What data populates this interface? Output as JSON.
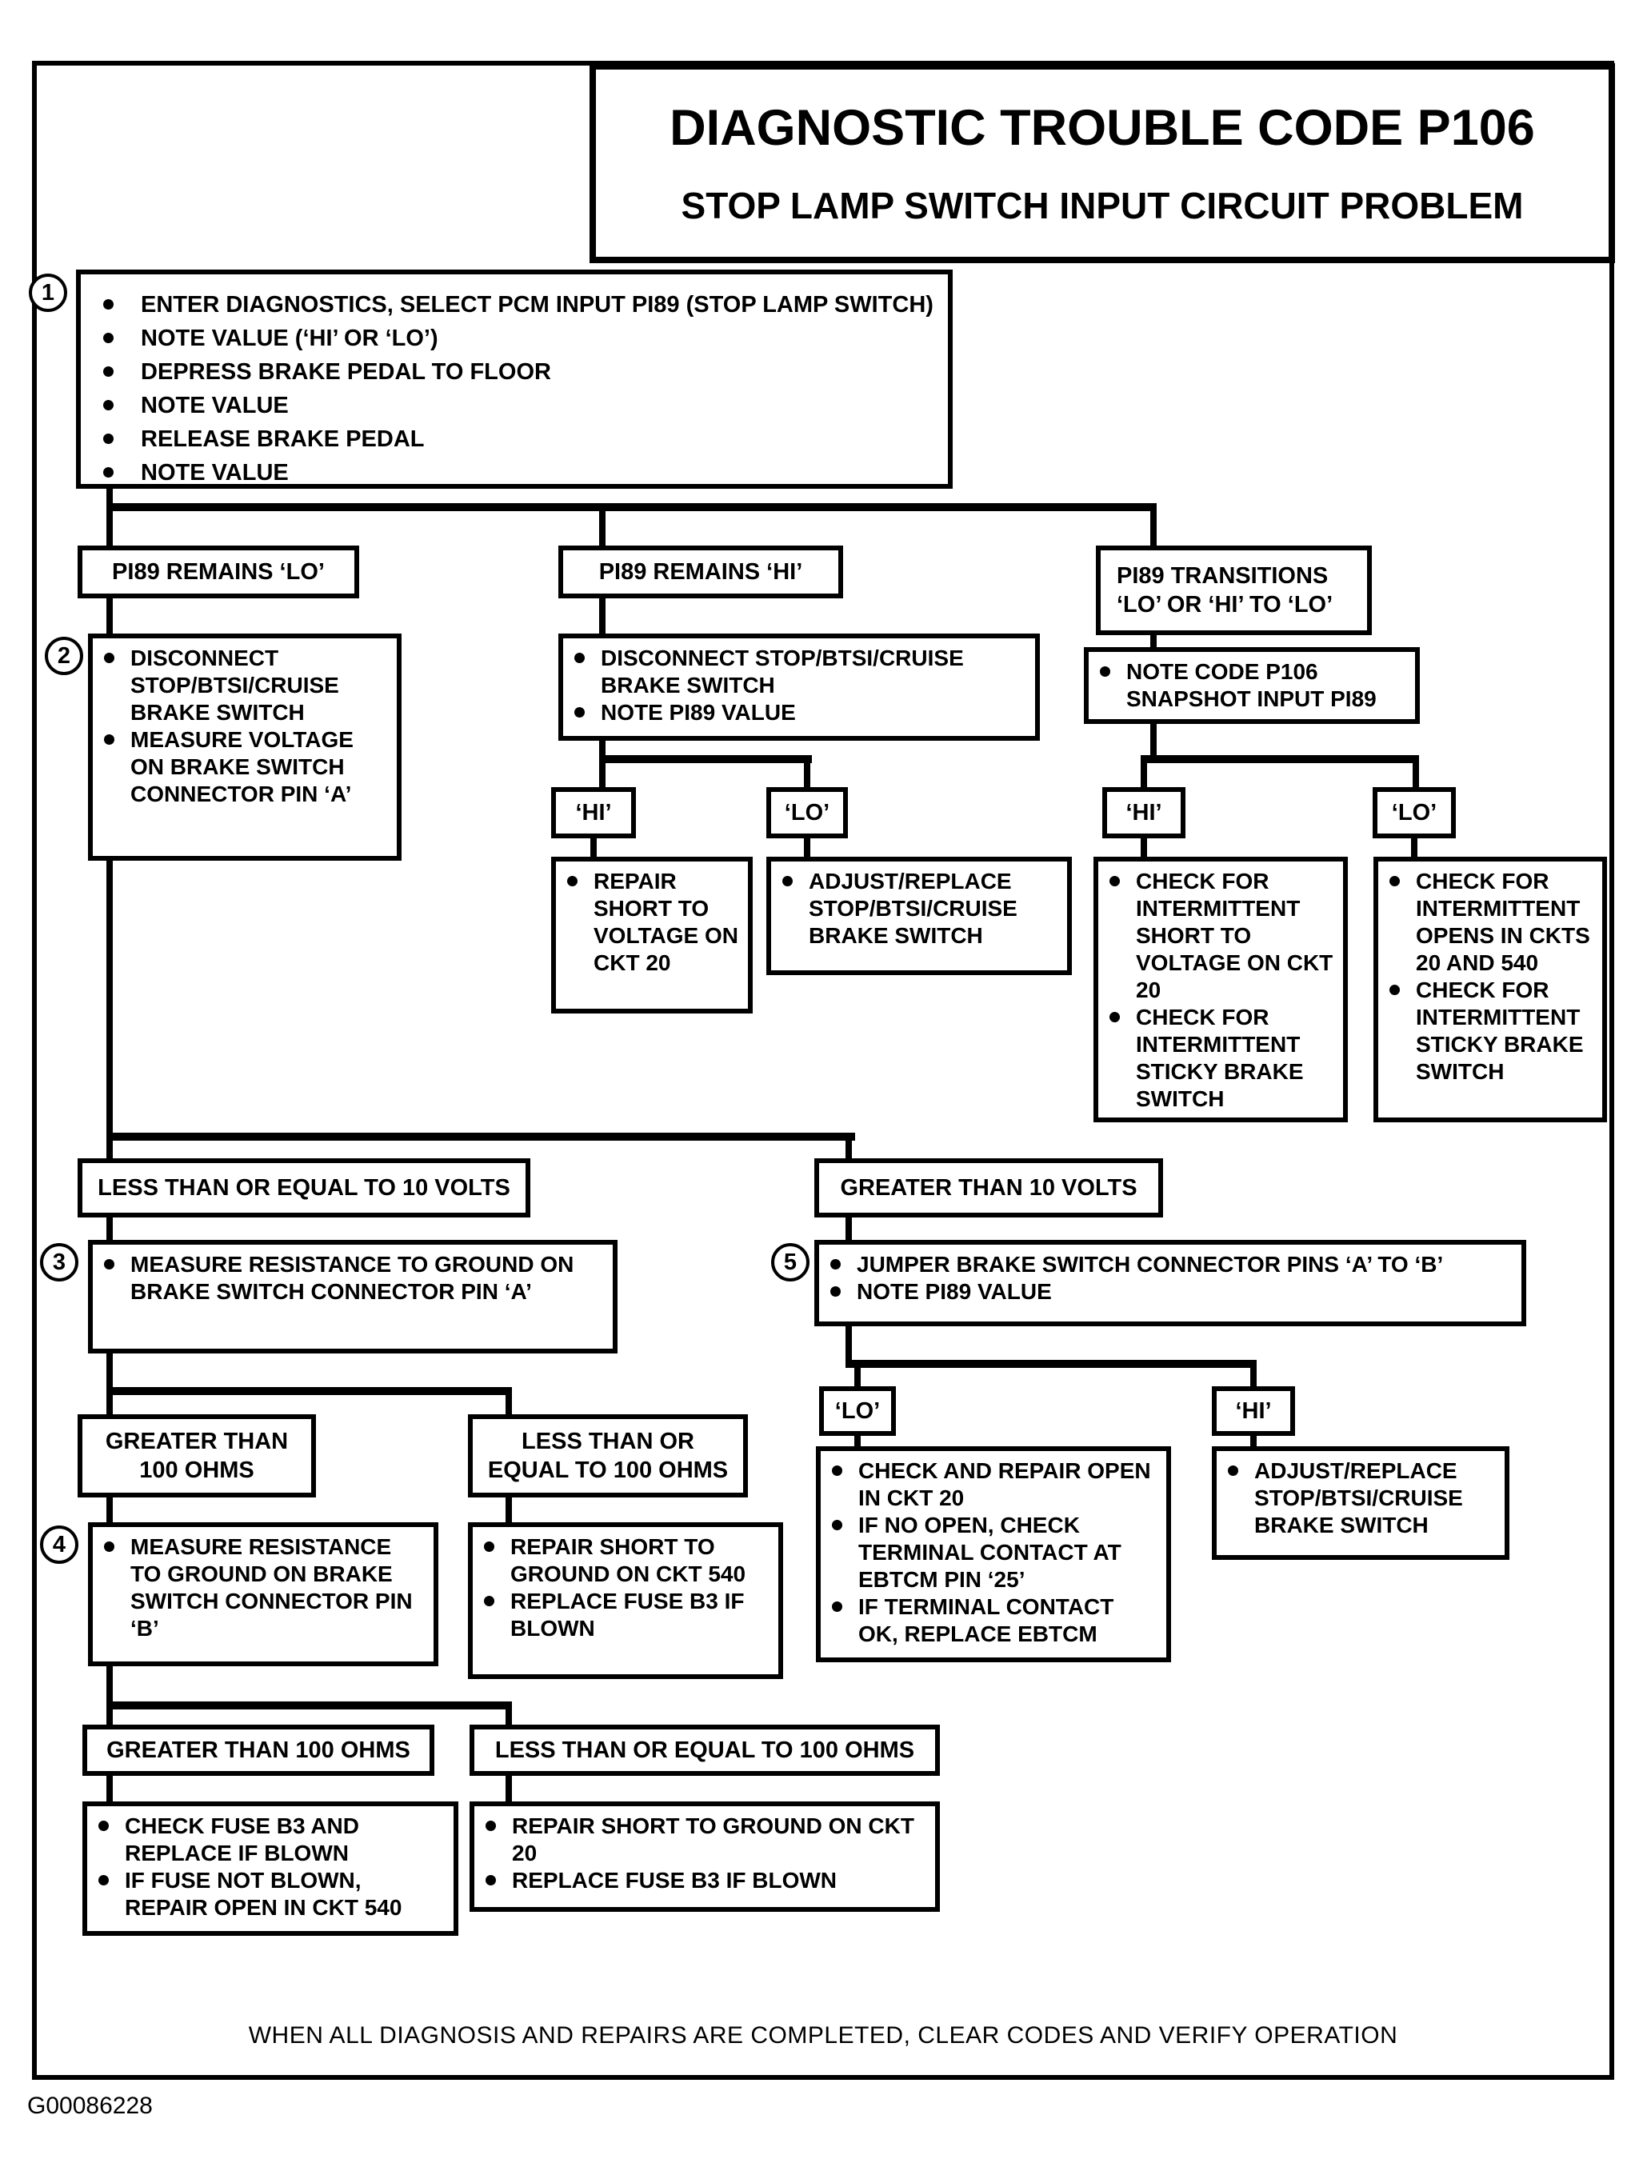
{
  "colors": {
    "ink": "#000000",
    "paper": "#ffffff"
  },
  "title": {
    "line1": "DIAGNOSTIC TROUBLE CODE P106",
    "line2": "STOP LAMP SWITCH INPUT CIRCUIT PROBLEM"
  },
  "footer": "WHEN ALL DIAGNOSIS AND REPAIRS ARE COMPLETED, CLEAR CODES AND VERIFY OPERATION",
  "figure_id": "G00086228",
  "steps": {
    "s1": {
      "num": "1",
      "bullets": [
        "ENTER DIAGNOSTICS, SELECT PCM INPUT PI89 (STOP LAMP SWITCH)",
        "NOTE VALUE (‘HI’ OR ‘LO’)",
        "DEPRESS BRAKE PEDAL TO FLOOR",
        "NOTE VALUE",
        "RELEASE BRAKE PEDAL",
        "NOTE VALUE"
      ]
    },
    "s2": {
      "num": "2",
      "bullets": [
        "DISCONNECT STOP/BTSI/CRUISE BRAKE SWITCH",
        "MEASURE VOLTAGE ON BRAKE SWITCH CONNECTOR PIN ‘A’"
      ]
    },
    "s3": {
      "num": "3",
      "bullets": [
        "MEASURE RESISTANCE TO GROUND ON BRAKE SWITCH CONNECTOR PIN ‘A’"
      ]
    },
    "s4": {
      "num": "4",
      "bullets": [
        "MEASURE RESISTANCE TO GROUND ON BRAKE SWITCH CONNECTOR PIN ‘B’"
      ]
    },
    "s5": {
      "num": "5",
      "bullets": [
        "JUMPER BRAKE SWITCH CONNECTOR PINS ‘A’ TO ‘B’",
        "NOTE PI89 VALUE"
      ]
    }
  },
  "labels": {
    "remains_lo": "PI89 REMAINS ‘LO’",
    "remains_hi": "PI89 REMAINS ‘HI’",
    "transitions_line1": "PI89 TRANSITIONS",
    "transitions_line2": "‘LO’ OR ‘HI’ TO ‘LO’",
    "hi": "‘HI’",
    "lo": "‘LO’",
    "volts_le": "LESS THAN OR EQUAL TO 10 VOLTS",
    "volts_gt": "GREATER THAN 10 VOLTS",
    "ohms_gt_line1": "GREATER THAN",
    "ohms_gt_line2": "100 OHMS",
    "ohms_le_line1": "LESS THAN OR",
    "ohms_le_line2": "EQUAL TO 100 OHMS",
    "ohms_gt": "GREATER THAN 100 OHMS",
    "ohms_le": "LESS THAN OR EQUAL TO 100 OHMS"
  },
  "actions": {
    "disconnect_note": {
      "bullets": [
        "DISCONNECT STOP/BTSI/CRUISE BRAKE SWITCH",
        "NOTE PI89 VALUE"
      ]
    },
    "note_code": {
      "bullets": [
        "NOTE CODE P106 SNAPSHOT INPUT PI89"
      ]
    },
    "repair_short_voltage": {
      "bullets": [
        "REPAIR SHORT TO VOLTAGE ON CKT 20"
      ]
    },
    "adjust_replace": {
      "bullets": [
        "ADJUST/REPLACE STOP/BTSI/CRUISE BRAKE SWITCH"
      ]
    },
    "intermittent_short": {
      "bullets": [
        "CHECK FOR INTERMITTENT SHORT TO VOLTAGE ON CKT 20",
        "CHECK FOR INTERMITTENT STICKY BRAKE SWITCH"
      ]
    },
    "intermittent_opens": {
      "bullets": [
        "CHECK FOR INTERMITTENT OPENS IN CKTS 20 AND 540",
        "CHECK FOR INTERMITTENT STICKY BRAKE SWITCH"
      ]
    },
    "repair_ground_540": {
      "bullets": [
        "REPAIR SHORT TO GROUND ON CKT 540",
        "REPLACE FUSE B3 IF BLOWN"
      ]
    },
    "check_repair_open": {
      "bullets": [
        "CHECK AND REPAIR OPEN IN CKT 20",
        "IF NO OPEN, CHECK TERMINAL CONTACT AT EBTCM PIN ‘25’",
        "IF TERMINAL CONTACT OK, REPLACE EBTCM"
      ]
    },
    "check_fuse": {
      "bullets": [
        "CHECK FUSE B3 AND REPLACE IF BLOWN",
        "IF FUSE NOT BLOWN, REPAIR OPEN IN CKT 540"
      ]
    },
    "repair_ground_20": {
      "bullets": [
        "REPAIR SHORT TO GROUND ON CKT 20",
        "REPLACE FUSE B3 IF BLOWN"
      ]
    }
  }
}
